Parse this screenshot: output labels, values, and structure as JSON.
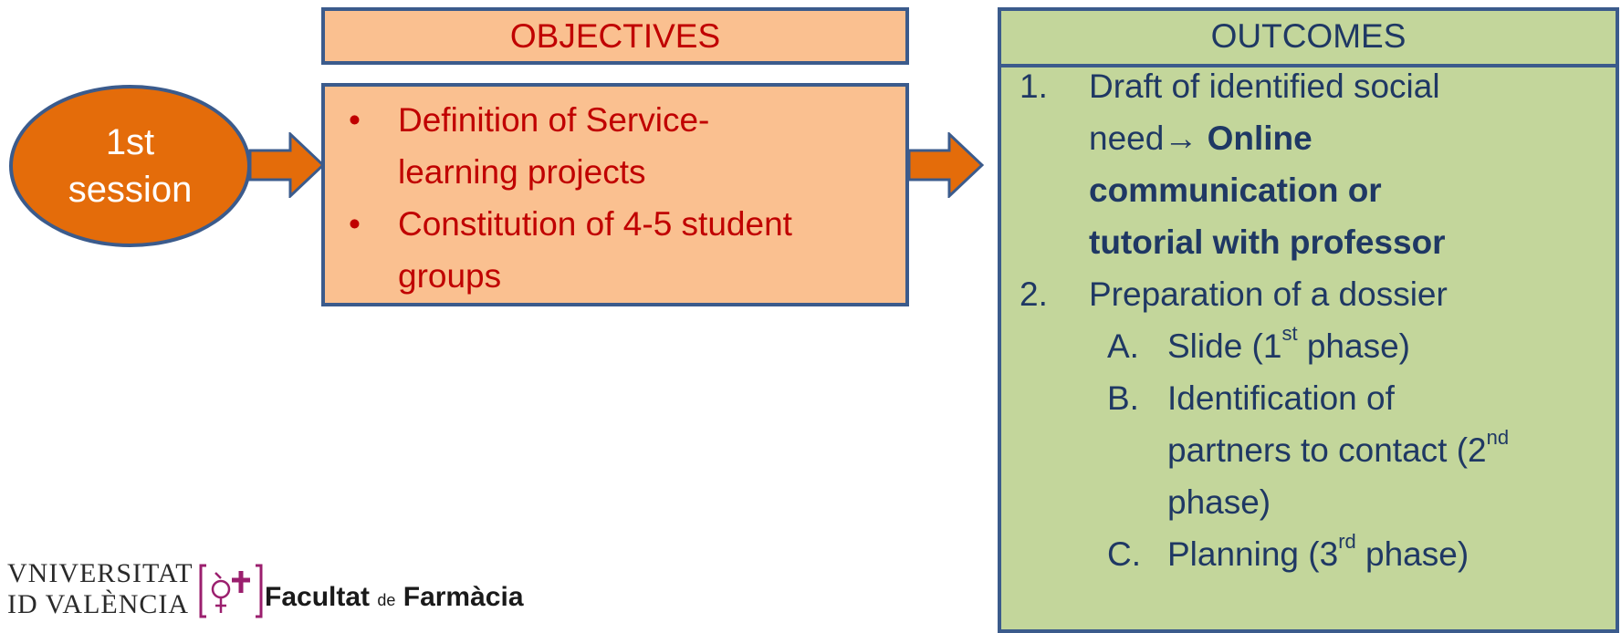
{
  "session": {
    "line1": "1st",
    "line2": "session"
  },
  "objectives": {
    "header": "OBJECTIVES",
    "items": [
      {
        "line1": "Definition of Service-",
        "line2": "learning projects"
      },
      {
        "line1": "Constitution of 4-5 student",
        "line2": "groups"
      }
    ]
  },
  "outcomes": {
    "header": "OUTCOMES",
    "item1": {
      "num": "1.",
      "line1": "Draft of identified social",
      "line2_prefix": "need",
      "arrow": "→",
      "line2_bold": "Online",
      "line3_bold": "communication or",
      "line4_bold": "tutorial with professor"
    },
    "item2": {
      "num": "2.",
      "text": "Preparation of a dossier"
    },
    "sub": {
      "a": {
        "letter": "A.",
        "pre": "Slide (1",
        "sup": "st",
        "post": " phase)"
      },
      "b": {
        "letter": "B.",
        "line1": "Identification of",
        "line2_pre": "partners to contact (2",
        "sup": "nd",
        "line3": "phase)"
      },
      "c": {
        "letter": "C.",
        "pre": "Planning (3",
        "sup": "rd",
        "post": " phase)"
      }
    }
  },
  "logo": {
    "line1": "VNIVERSITAT",
    "line2": "ID VALÈNCIA",
    "faculty_word1": "Facultat",
    "faculty_de": "de",
    "faculty_word2": "Farmàcia"
  },
  "colors": {
    "oval": "#e46c0a",
    "objectives_fill": "#fac090",
    "objectives_text": "#c00000",
    "outcomes_fill": "#c3d69b",
    "outcomes_text": "#1f3864",
    "border": "#3b5b8c",
    "arrow": "#e46c0a"
  }
}
